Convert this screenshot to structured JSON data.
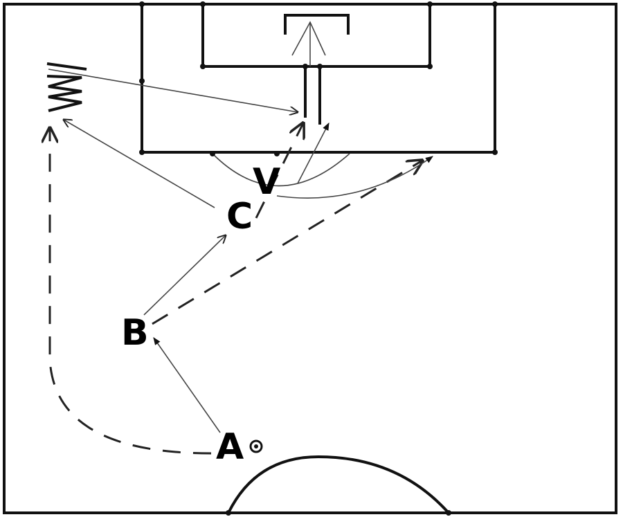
{
  "diagram": {
    "players": [
      {
        "id": "player-a",
        "label": "A"
      },
      {
        "id": "player-b",
        "label": "B"
      },
      {
        "id": "player-c",
        "label": "C"
      },
      {
        "id": "player-v",
        "label": "V"
      }
    ],
    "colors": {
      "ink": "#111111",
      "background": "#ffffff"
    }
  }
}
